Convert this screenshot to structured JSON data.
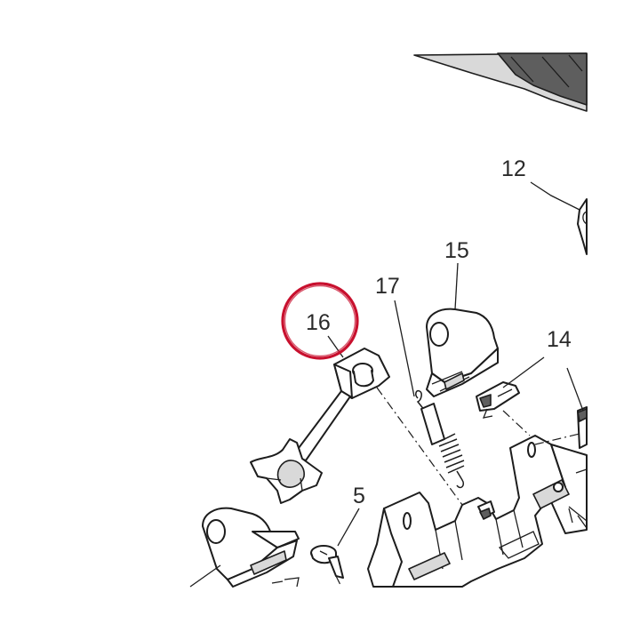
{
  "diagram": {
    "callouts": {
      "c5": "5",
      "c12": "12",
      "c14": "14",
      "c15": "15",
      "c16": "16",
      "c17": "17"
    },
    "highlight_color": "#c8102e",
    "line_color": "#1d1d1d",
    "shade_color": "#5e5e5e"
  }
}
